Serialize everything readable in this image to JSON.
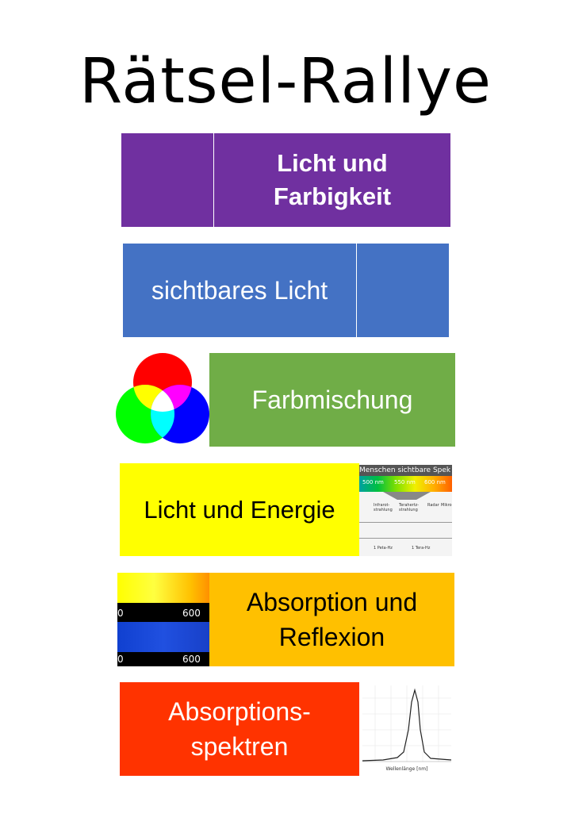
{
  "title": "Rätsel-Rallye",
  "tiles": [
    {
      "label_line1": "Licht und",
      "label_line2": "Farbigkeit",
      "color": "#7030A0"
    },
    {
      "label": "sichtbares Licht",
      "color": "#4472C4"
    },
    {
      "label": "Farbmischung",
      "color": "#70AD47"
    },
    {
      "label": "Licht und Energie",
      "color": "#FFFF00"
    },
    {
      "label_line1": "Absorption und",
      "label_line2": "Reflexion",
      "color": "#FFC000"
    },
    {
      "label_line1": "Absorptions-",
      "label_line2": "spektren",
      "color": "#FF3300"
    }
  ],
  "spectrum_thumb": {
    "header": "Menschen sichtbare Spek",
    "ticks": [
      "500 nm",
      "550 nm",
      "600 nm"
    ],
    "labels": [
      "Infrarot-strahlung",
      "Terahertz-strahlung",
      "Radar",
      "Mikro"
    ],
    "freq": [
      "1 Peta-Hz",
      "1 Tera-Hz"
    ]
  },
  "scale_label": "600",
  "scale_left": "0",
  "curve_xlabel": "Wellenlänge [nm]"
}
